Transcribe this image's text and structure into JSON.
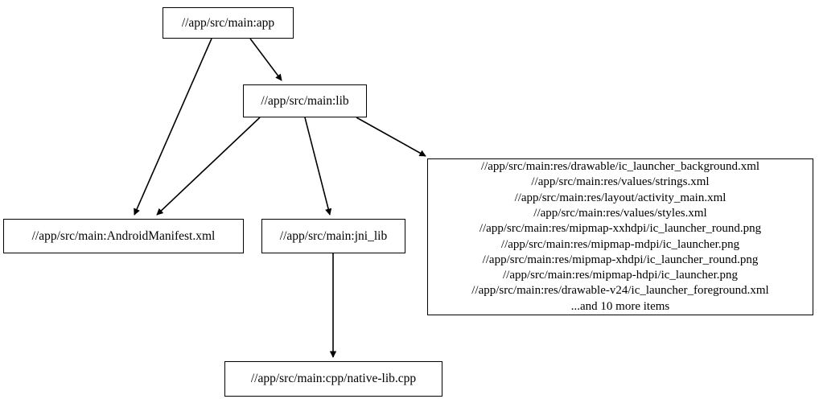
{
  "graph": {
    "type": "directed-dependency-graph",
    "background_color": "#ffffff",
    "node_border_color": "#000000",
    "node_fill_color": "#ffffff",
    "edge_color": "#000000",
    "nodes": [
      {
        "id": "app",
        "label": "//app/src/main:app"
      },
      {
        "id": "lib",
        "label": "//app/src/main:lib"
      },
      {
        "id": "manifest",
        "label": "//app/src/main:AndroidManifest.xml"
      },
      {
        "id": "jni_lib",
        "label": "//app/src/main:jni_lib"
      },
      {
        "id": "res",
        "label": "//app/src/main:res/drawable/ic_launcher_background.xml\n//app/src/main:res/values/strings.xml\n//app/src/main:res/layout/activity_main.xml\n//app/src/main:res/values/styles.xml\n//app/src/main:res/mipmap-xxhdpi/ic_launcher_round.png\n//app/src/main:res/mipmap-mdpi/ic_launcher.png\n//app/src/main:res/mipmap-xhdpi/ic_launcher_round.png\n//app/src/main:res/mipmap-hdpi/ic_launcher.png\n//app/src/main:res/drawable-v24/ic_launcher_foreground.xml\n...and 10 more items",
        "lines": [
          "//app/src/main:res/drawable/ic_launcher_background.xml",
          "//app/src/main:res/values/strings.xml",
          "//app/src/main:res/layout/activity_main.xml",
          "//app/src/main:res/values/styles.xml",
          "//app/src/main:res/mipmap-xxhdpi/ic_launcher_round.png",
          "//app/src/main:res/mipmap-mdpi/ic_launcher.png",
          "//app/src/main:res/mipmap-xhdpi/ic_launcher_round.png",
          "//app/src/main:res/mipmap-hdpi/ic_launcher.png",
          "//app/src/main:res/drawable-v24/ic_launcher_foreground.xml",
          "...and 10 more items"
        ]
      },
      {
        "id": "cpp",
        "label": "//app/src/main:cpp/native-lib.cpp"
      }
    ],
    "edges": [
      {
        "from": "app",
        "to": "manifest"
      },
      {
        "from": "app",
        "to": "lib"
      },
      {
        "from": "lib",
        "to": "manifest"
      },
      {
        "from": "lib",
        "to": "jni_lib"
      },
      {
        "from": "lib",
        "to": "res"
      },
      {
        "from": "jni_lib",
        "to": "cpp"
      }
    ]
  }
}
